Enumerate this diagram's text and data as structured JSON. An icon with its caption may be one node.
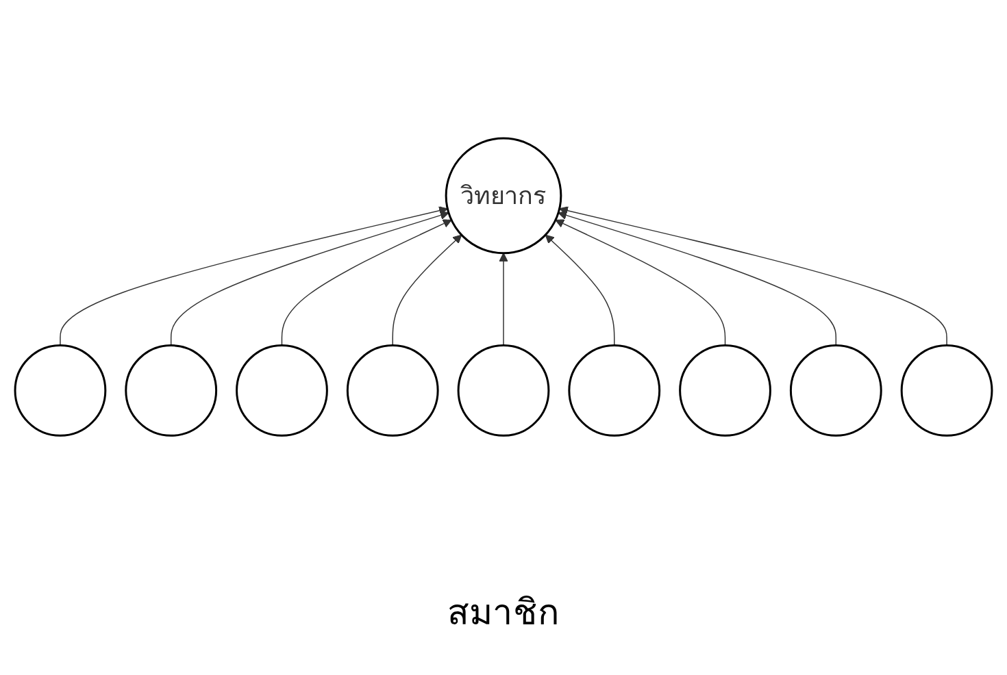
{
  "diagram": {
    "nodes": [
      {
        "text": [
          "วิทยากร"
        ]
      },
      {
        "text": [],
        "shape": "circle"
      },
      {
        "text": [],
        "shape": "circle"
      },
      {
        "text": [],
        "shape": "circle"
      },
      {
        "text": [],
        "shape": "circle"
      },
      {
        "text": [],
        "shape": "circle"
      },
      {
        "text": [],
        "shape": "circle"
      },
      {
        "text": [],
        "shape": "circle"
      },
      {
        "text": [],
        "shape": "circle"
      },
      {
        "text": [],
        "shape": "circle"
      }
    ],
    "edges": [
      {
        "from": 1,
        "to": 0,
        "arrow": "to"
      },
      {
        "from": 2,
        "to": 0,
        "arrow": "to"
      },
      {
        "from": 3,
        "to": 0,
        "arrow": "to"
      },
      {
        "from": 4,
        "to": 0,
        "arrow": "to"
      },
      {
        "from": 5,
        "to": 0,
        "arrow": "to"
      },
      {
        "from": 6,
        "to": 0,
        "arrow": "to"
      },
      {
        "from": 7,
        "to": 0,
        "arrow": "to"
      },
      {
        "from": 8,
        "to": 0,
        "arrow": "to"
      },
      {
        "from": 9,
        "to": 0,
        "arrow": "to"
      }
    ],
    "labels": [
      "สมาชิก"
    ]
  }
}
